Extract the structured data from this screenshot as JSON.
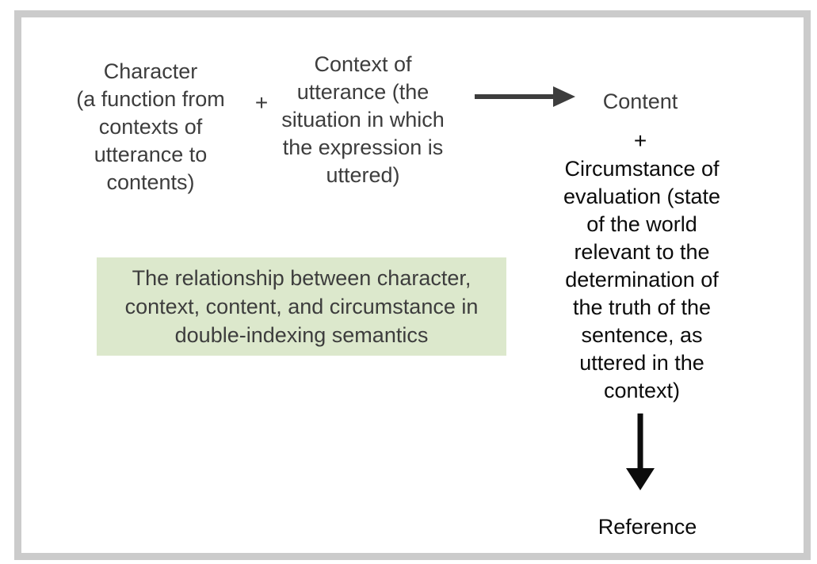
{
  "figure": {
    "character": {
      "lines": [
        "Character",
        "(a function from",
        "contexts of",
        "utterance to",
        "contents)"
      ]
    },
    "plus_left": "+",
    "context": {
      "lines": [
        "Context of",
        "utterance (the",
        "situation in which",
        "the expression is",
        "uttered)"
      ]
    },
    "content_label": "Content",
    "plus_right": "+",
    "circumstance": {
      "lines": [
        "Circumstance of",
        "evaluation (state",
        "of the world",
        "relevant to the",
        "determination of",
        "the truth of the",
        "sentence, as",
        "uttered in the",
        "context)"
      ]
    },
    "reference_label": "Reference",
    "caption": {
      "lines": [
        "The relationship between character,",
        "context, content, and circumstance in",
        "double-indexing semantics"
      ]
    },
    "colors": {
      "caption_background": "#dce8cc",
      "frame_border": "#cbcbcb",
      "text_gray": "#3d3d3d",
      "text_black": "#0c0c0c"
    }
  }
}
